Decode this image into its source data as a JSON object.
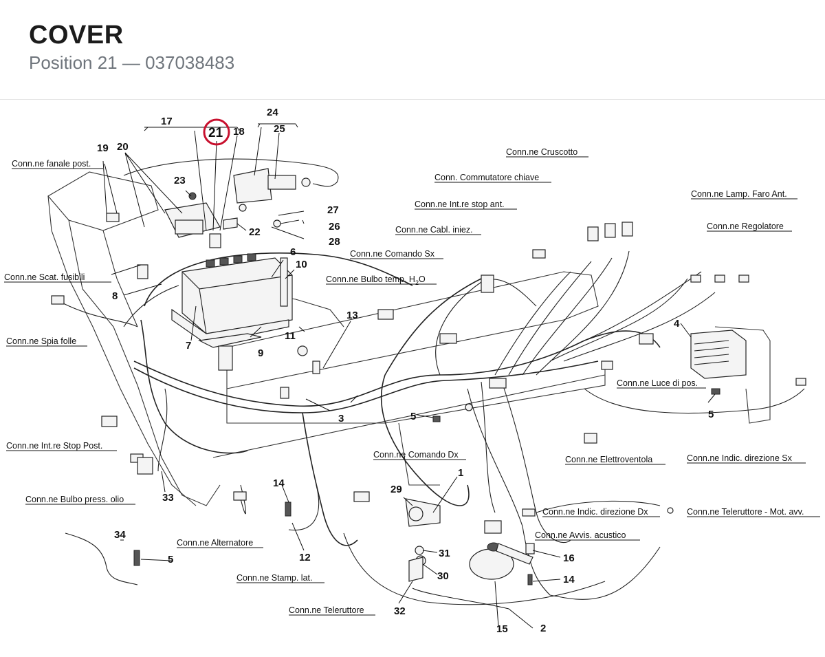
{
  "header": {
    "title": "COVER",
    "subtitle": "Position 21 — 037038483"
  },
  "highlight": {
    "position": "21",
    "color": "#c8102e"
  },
  "part_numbers": [
    "1",
    "2",
    "3",
    "4",
    "5",
    "5",
    "5",
    "6",
    "7",
    "8",
    "9",
    "10",
    "11",
    "12",
    "13",
    "14",
    "14",
    "15",
    "16",
    "17",
    "18",
    "19",
    "20",
    "22",
    "23",
    "24",
    "25",
    "26",
    "27",
    "28",
    "29",
    "30",
    "31",
    "32",
    "33",
    "34"
  ],
  "connector_labels": {
    "fanale_post": "Conn.ne fanale post.",
    "scat_fusibili": "Conn.ne Scat. fusibili",
    "spia_folle": "Conn.ne Spia folle",
    "stop_post": "Conn.ne Int.re Stop Post.",
    "bulbo_press": "Conn.ne Bulbo press. olio",
    "alternatore": "Conn.ne Alternatore",
    "stamp_lat": "Conn.ne Stamp. lat.",
    "teleruttore": "Conn.ne Teleruttore",
    "cruscotto": "Conn.ne Cruscotto",
    "commutatore": "Conn. Commutatore chiave",
    "stop_ant": "Conn.ne Int.re stop ant.",
    "cabl_iniez": "Conn.ne Cabl. iniez.",
    "comando_sx": "Conn.ne Comando Sx",
    "bulbo_temp_prefix": "Conn.ne Bulbo temp. H",
    "bulbo_temp_sub": "2",
    "bulbo_temp_suffix": "O",
    "lamp_faro": "Conn.ne Lamp. Faro Ant.",
    "regolatore": "Conn.ne Regolatore",
    "luce_pos": "Conn.ne Luce di pos.",
    "comando_dx": "Conn.ne Comando Dx",
    "elettroventola": "Conn.ne Elettroventola",
    "indic_sx": "Conn.ne Indic. direzione Sx",
    "indic_dx": "Conn.ne Indic. direzione Dx",
    "teleruttore_mot": "Conn.ne Teleruttore - Mot. avv.",
    "avvis_acustico": "Conn.ne Avvis. acustico"
  }
}
